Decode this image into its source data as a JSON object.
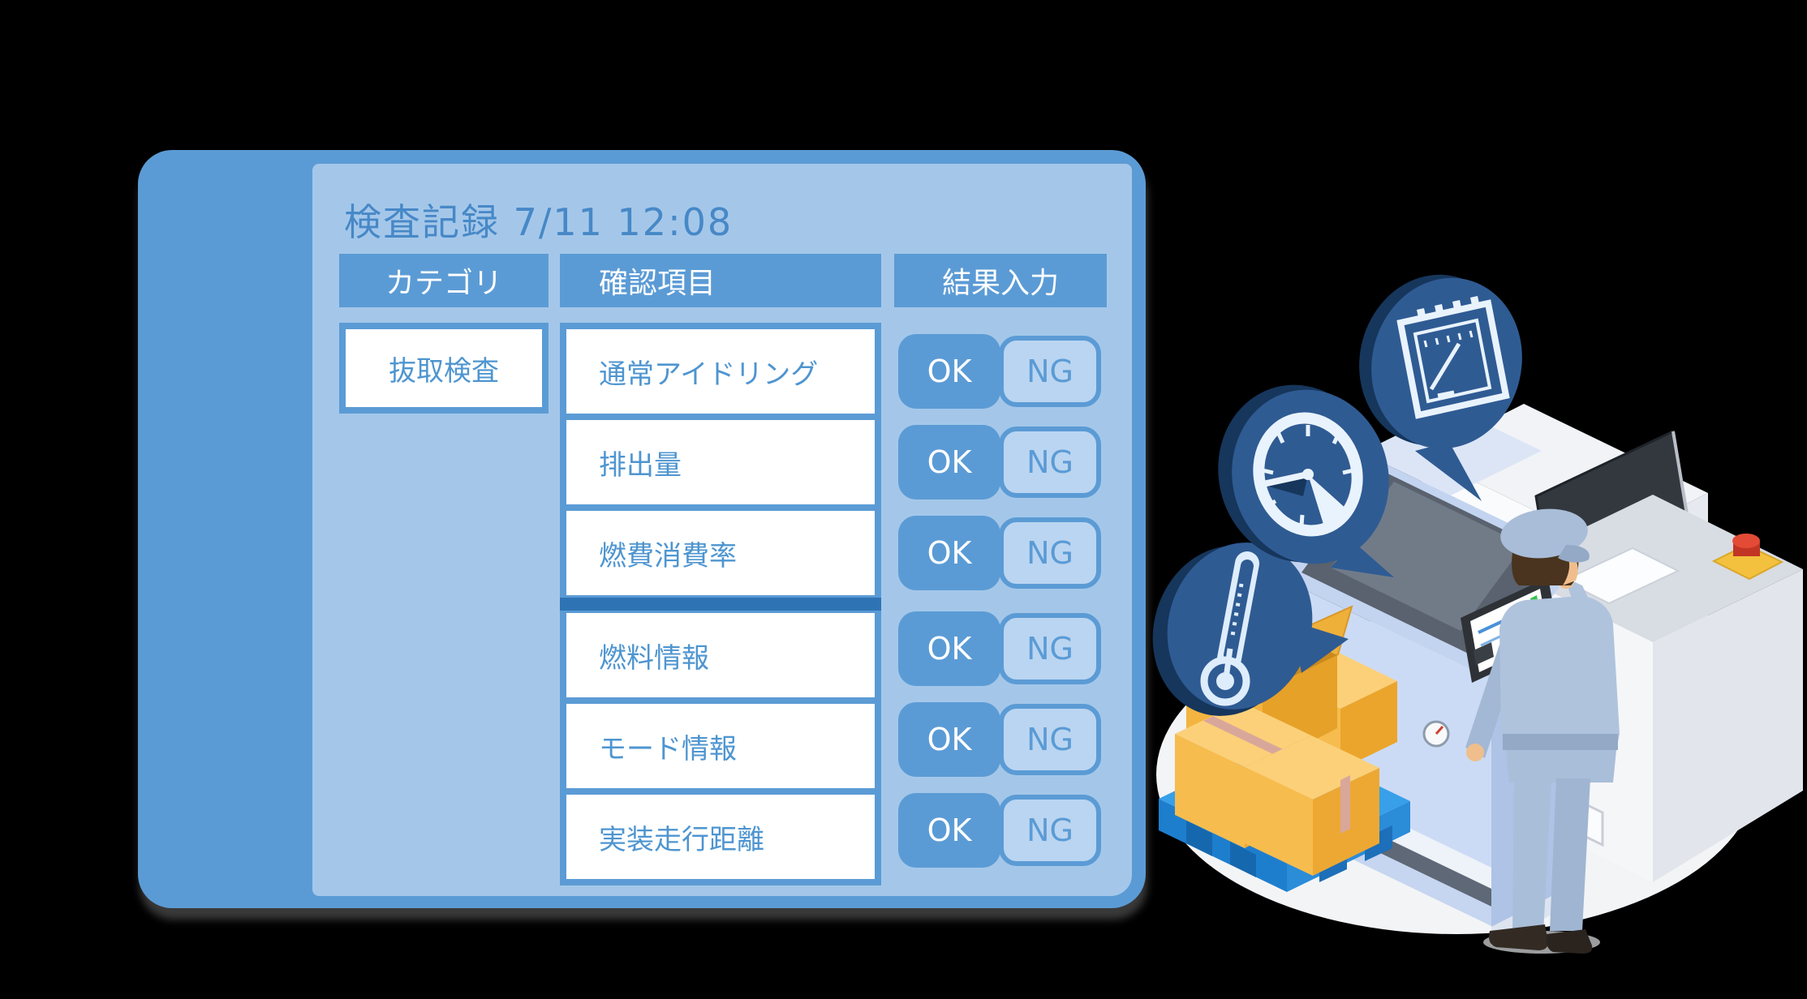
{
  "record_panel": {
    "title": "検査記録 7/11 12:08",
    "columns": {
      "category": "カテゴリ",
      "check_item": "確認項目",
      "result_input": "結果入力"
    },
    "category_cell": "抜取検査",
    "rows": [
      {
        "item": "通常アイドリング",
        "ok": "OK",
        "ng": "NG"
      },
      {
        "item": "排出量",
        "ok": "OK",
        "ng": "NG"
      },
      {
        "item": "燃費消費率",
        "ok": "OK",
        "ng": "NG"
      },
      {
        "item": "燃料情報",
        "ok": "OK",
        "ng": "NG"
      },
      {
        "item": "モード情報",
        "ok": "OK",
        "ng": "NG"
      },
      {
        "item": "実装走行距離",
        "ok": "OK",
        "ng": "NG"
      }
    ],
    "colors": {
      "panel_outer": "#5B9BD5",
      "panel_inner": "#A4C7E9",
      "header_bg": "#5B9BD5",
      "header_text": "#FFFFFF",
      "cell_bg": "#FFFFFF",
      "cell_text": "#4E95D0",
      "title_text": "#4788C7",
      "ok_bg": "#5B9BD5",
      "ok_text": "#FFFFFF",
      "ng_bg": "#BAD5F1",
      "ng_text": "#5B9BD5",
      "section_divider": "#2E74B5"
    }
  },
  "illustration": {
    "bubble_color": "#2F5B93",
    "bubble_icons": [
      "thermometer-icon",
      "gauge-icon",
      "panel-meter-icon"
    ],
    "box_color": "#F6BC4E",
    "pallet_color": "#2B8CD8",
    "ground_color": "#F3F4F6"
  }
}
